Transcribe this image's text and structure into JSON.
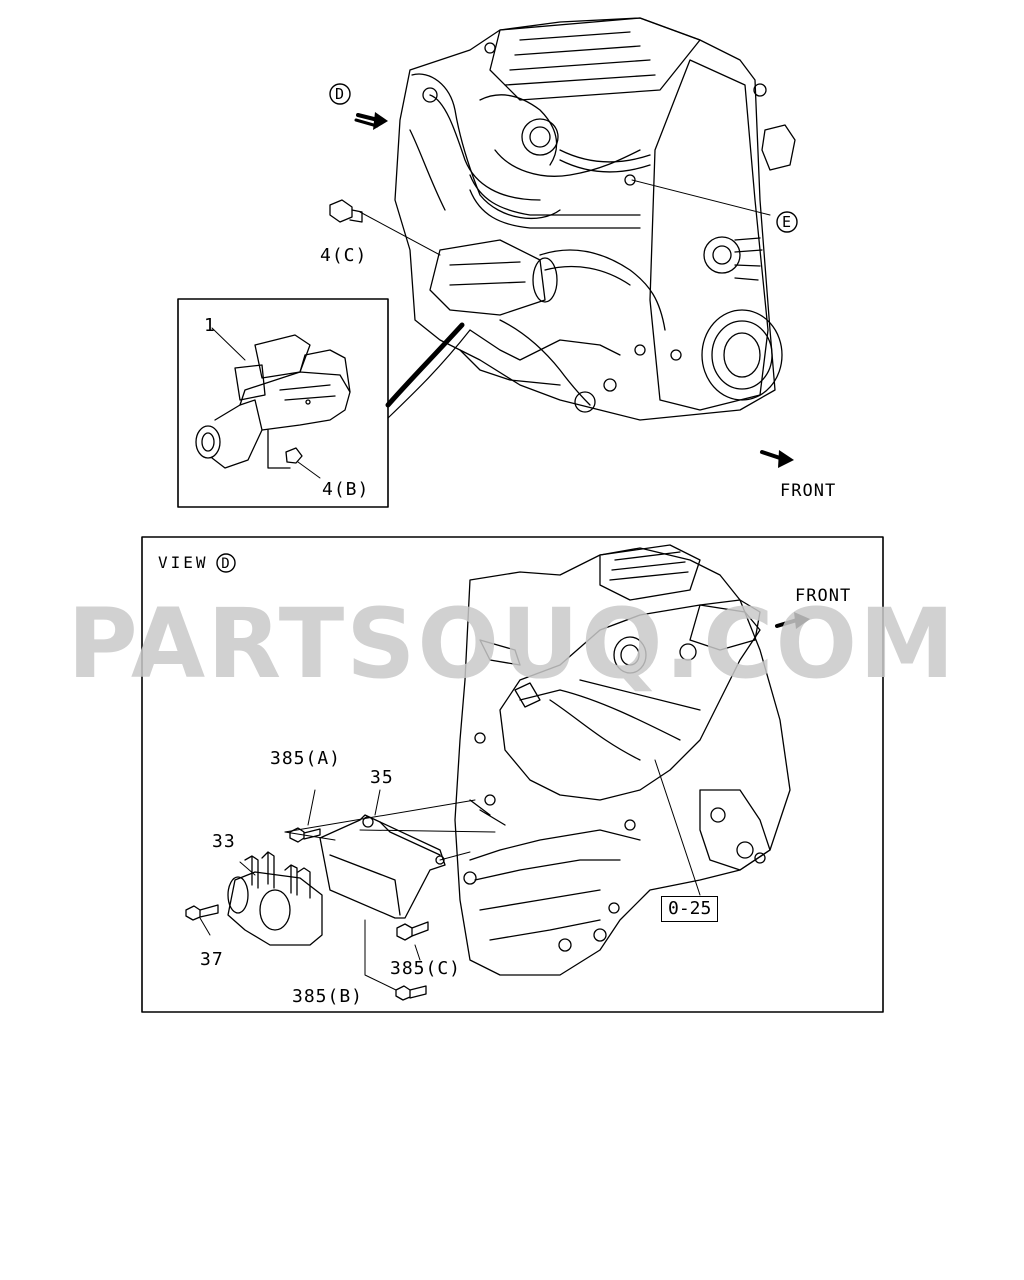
{
  "callouts": {
    "view_d": "D",
    "view_e": "E"
  },
  "labels": {
    "bolt_4c": "4(C)",
    "starter_part": "1",
    "bolt_4b": "4(B)",
    "front_top": "FRONT",
    "view_title": "VIEW",
    "view_title_marker": "D",
    "front_inset": "FRONT",
    "bolt_385a": "385(A)",
    "bracket_35": "35",
    "coil_33": "33",
    "bolt_37": "37",
    "bolt_385c": "385(C)",
    "bolt_385b": "385(B)",
    "ref_box": "0-25"
  },
  "watermark": "PARTSOUQ.COM"
}
